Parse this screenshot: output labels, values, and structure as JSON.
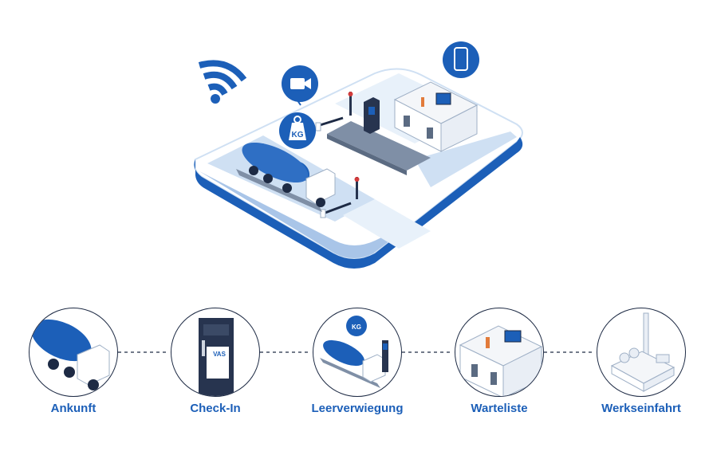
{
  "colors": {
    "primary_blue": "#1c5fb8",
    "light_blue": "#cfe0f3",
    "pale_blue": "#e8f1fa",
    "dark_outline": "#1d2a44",
    "connector": "#1d2a44"
  },
  "icons": {
    "wifi": "wifi-icon",
    "camera": "camera-icon",
    "weight": "weight-kg-icon",
    "smartphone": "smartphone-icon"
  },
  "scene": {
    "weight_badge_text": "KG",
    "terminal_brand": "VAS"
  },
  "steps": [
    {
      "label": "Ankunft",
      "icon": "tanker-truck-icon"
    },
    {
      "label": "Check-In",
      "icon": "kiosk-terminal-icon"
    },
    {
      "label": "Leerverwiegung",
      "icon": "truck-scale-icon"
    },
    {
      "label": "Warteliste",
      "icon": "waiting-room-icon"
    },
    {
      "label": "Werkseinfahrt",
      "icon": "factory-icon"
    }
  ]
}
